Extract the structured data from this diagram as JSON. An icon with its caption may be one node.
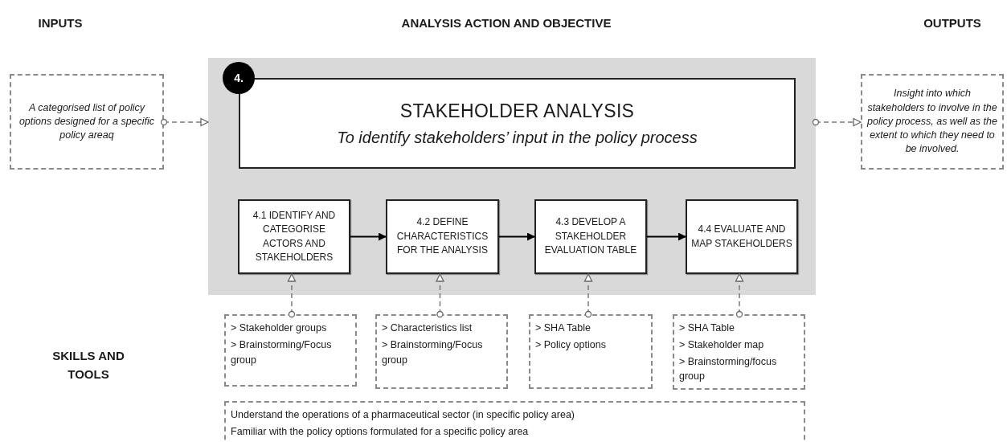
{
  "diagram": {
    "nodes": [
      {
        "text": [
          "A categorised list of policy options designed for a specific policy areaq"
        ]
      },
      {
        "text": [],
        "shape": "box"
      },
      {
        "text": [
          "4."
        ],
        "in": 1
      },
      {
        "text": [
          "STAKEHOLDER ANALYSIS",
          "To identify stakeholders’ input in the policy process"
        ],
        "in": 1
      },
      {
        "text": [
          "4.1 IDENTIFY AND CATEGORISE ACTORS AND STAKEHOLDERS"
        ],
        "in": 1
      },
      {
        "text": [
          "4.2 DEFINE CHARACTERISTICS FOR THE ANALYSIS"
        ],
        "in": 1
      },
      {
        "text": [
          "4.3 DEVELOP A STAKEHOLDER EVALUATION TABLE"
        ],
        "in": 1
      },
      {
        "text": [
          "4.4 EVALUATE AND MAP STAKEHOLDERS"
        ],
        "in": 1
      },
      {
        "text": [
          "Insight into which stakeholders to involve in the policy process, as well as the extent to which they need to be involved."
        ]
      },
      {
        "text": [
          "> Stakeholder groups",
          "> Brainstorming/Focus group"
        ]
      },
      {
        "text": [
          "> Characteristics list",
          "> Brainstorming/Focus group"
        ]
      },
      {
        "text": [
          "> SHA Table",
          "> Policy options"
        ]
      },
      {
        "text": [
          "> SHA Table",
          "> Stakeholder map",
          "> Brainstorming/focus group"
        ]
      },
      {
        "text": [
          "Understand the operations of a pharmaceutical sector (in specific policy area)",
          "Familiar with the policy options formulated for a specific policy area"
        ]
      }
    ],
    "edges": [
      {
        "from": 0,
        "to": 1,
        "arrow": "to",
        "style": "dashed"
      },
      {
        "from": 1,
        "to": 8,
        "arrow": "to",
        "style": "dashed"
      },
      {
        "from": 4,
        "to": 5,
        "arrow": "to",
        "color": "#000000"
      },
      {
        "from": 5,
        "to": 6,
        "arrow": "to",
        "color": "#000000"
      },
      {
        "from": 6,
        "to": 7,
        "arrow": "to",
        "color": "#000000"
      },
      {
        "from": 9,
        "to": 4,
        "arrow": "to",
        "style": "dashed"
      },
      {
        "from": 10,
        "to": 5,
        "arrow": "to",
        "style": "dashed"
      },
      {
        "from": 11,
        "to": 6,
        "arrow": "to",
        "style": "dashed"
      },
      {
        "from": 12,
        "to": 7,
        "arrow": "to",
        "style": "dashed"
      }
    ],
    "labels": [
      "INPUTS",
      "ANALYSIS ACTION AND OBJECTIVE",
      "OUTPUTS",
      "SKILLS AND TOOLS"
    ]
  }
}
